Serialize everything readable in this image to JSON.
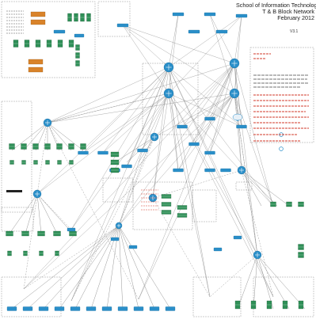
{
  "title": {
    "line1": "School of Information Technology",
    "line2": "T & B Block Network",
    "line3": "February 2012"
  },
  "version": "V3.1",
  "colors": {
    "device": "#2a8fc9",
    "device_dark": "#1d6f9e",
    "server_green": "#2f8f57",
    "router_orange": "#d9832a",
    "line": "#6a6a6a",
    "dashed": "#888888",
    "legend_red": "#d23a2a",
    "zone_border": "#9a9a9a"
  },
  "icons": [
    "switch-icon",
    "router-icon",
    "server-rack-icon",
    "access-point-icon",
    "cloud-icon"
  ]
}
